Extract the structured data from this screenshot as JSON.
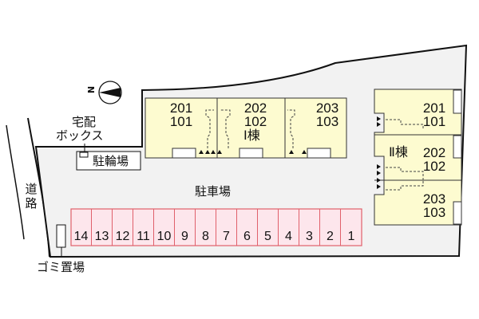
{
  "map": {
    "compass": {
      "label": "N",
      "icon": "north-arrow-icon"
    },
    "labels": {
      "delivery_box_line1": "宅配",
      "delivery_box_line2": "ボックス",
      "bicycle_parking": "駐輪場",
      "parking_lot": "駐車場",
      "road_char1": "道",
      "road_char2": "路",
      "garbage_area": "ゴミ置場"
    },
    "building_1": {
      "name": "Ⅰ棟",
      "units": [
        {
          "upper": "201",
          "lower": "101"
        },
        {
          "upper": "202",
          "lower": "102"
        },
        {
          "upper": "203",
          "lower": "103"
        }
      ]
    },
    "building_2": {
      "name": "Ⅱ棟",
      "units": [
        {
          "upper": "201",
          "lower": "101"
        },
        {
          "upper": "202",
          "lower": "102"
        },
        {
          "upper": "203",
          "lower": "103"
        }
      ]
    },
    "parking_stalls": [
      "14",
      "13",
      "12",
      "11",
      "10",
      "9",
      "8",
      "7",
      "6",
      "5",
      "4",
      "3",
      "2",
      "1"
    ],
    "colors": {
      "building_fill": "#fdfbd0",
      "lot_fill": "#f2f2f2",
      "stall_fill": "#fde6ec",
      "stall_border": "#e0606b",
      "outline": "#111111"
    }
  }
}
